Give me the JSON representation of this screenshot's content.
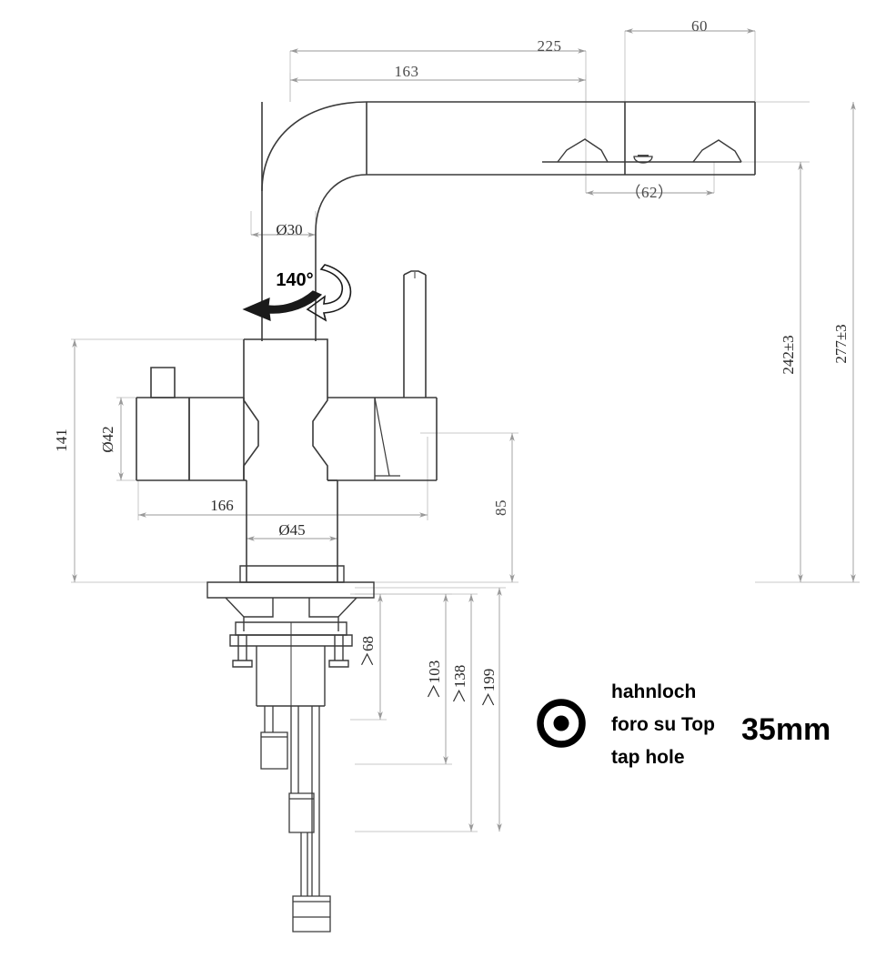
{
  "drawing": {
    "title": "Kitchen Mixer Tap Technical Dimension Drawing",
    "units": "mm",
    "line_color": "#3a3a3a",
    "dim_color": "#9a9a9a",
    "text_color": "#4a4a4a"
  },
  "dimensions": {
    "spout_reach_total": "225",
    "spout_reach_inner": "163",
    "outlet_head_length": "60",
    "outlet_spacing": "（62）",
    "spout_tube_dia": "Ø30",
    "swivel_angle": "140°",
    "handle_height": "141",
    "handle_dia": "Ø42",
    "handle_span": "166",
    "body_dia": "Ø45",
    "spout_height_mid": "85",
    "height_to_outlet": "242±3",
    "height_total": "277±3",
    "thread_min_68": "＞68",
    "thread_min_103": "＞103",
    "thread_min_138": "＞138",
    "thread_min_199": "＞199"
  },
  "annotations": {
    "tap_hole_de": "hahnloch",
    "tap_hole_it": "foro su Top",
    "tap_hole_en": "tap hole",
    "tap_hole_size": "35mm",
    "tap_hole_icon": "target-circle-icon"
  }
}
